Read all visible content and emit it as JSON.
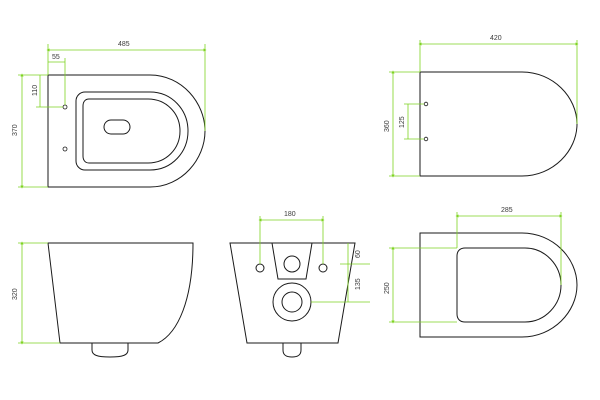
{
  "drawing": {
    "line_color": "#1a1a1a",
    "dimension_color": "#7ed321",
    "top_view": {
      "overall_length": "485",
      "hole_offset": "55",
      "hole_spacing": "110",
      "overall_width": "370"
    },
    "seat_view": {
      "seat_length": "420",
      "seat_width": "360",
      "hinge_spacing": "125"
    },
    "side_view": {
      "height": "320"
    },
    "rear_view": {
      "fixing_spacing": "180",
      "drain_top_offset": "60",
      "drain_centre_offset": "135",
      "drain_height": "250"
    },
    "seat_top_view": {
      "seat_opening_length": "285"
    }
  }
}
